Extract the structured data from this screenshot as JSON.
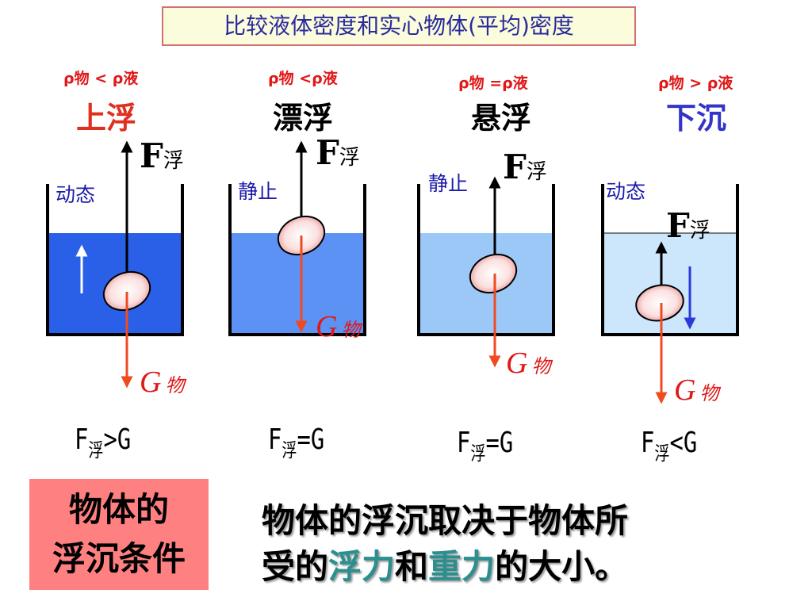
{
  "title": "比较液体密度和实心物体(平均)密度",
  "columns": [
    {
      "condition": "ρ物  < ρ液",
      "state": "上浮",
      "state_color": "#e03020",
      "motion": "动态",
      "f_label": "F",
      "f_sub": "浮",
      "g_label": "G",
      "g_sub": "物",
      "eq_lhs": "F",
      "eq_sub": "浮",
      "eq_rhs": ">G",
      "water_color": "#2a5fe8"
    },
    {
      "condition": "ρ物  <ρ液",
      "state": "漂浮",
      "state_color": "#000000",
      "motion": "静止",
      "f_label": "F",
      "f_sub": "浮",
      "g_label": "G",
      "g_sub": "物",
      "eq_lhs": "F",
      "eq_sub": "浮",
      "eq_rhs": "=G",
      "water_color": "#5c92f4"
    },
    {
      "condition": "ρ物  =ρ液",
      "state": "悬浮",
      "state_color": "#000000",
      "motion": "静止",
      "f_label": "F",
      "f_sub": "浮",
      "g_label": "G",
      "g_sub": "物",
      "eq_lhs": "F",
      "eq_sub": "浮",
      "eq_rhs": "=G",
      "water_color": "#9cc8f8"
    },
    {
      "condition": "ρ物  > ρ液",
      "state": "下沉",
      "state_color": "#3434c8",
      "motion": "动态",
      "f_label": "F",
      "f_sub": "浮",
      "g_label": "G",
      "g_sub": "物",
      "eq_lhs": "F",
      "eq_sub": "浮",
      "eq_rhs": "<G",
      "water_color": "#cce6fc"
    }
  ],
  "summary_box": {
    "line1": "物体的",
    "line2": "浮沉条件"
  },
  "summary": {
    "line1": "物体的浮沉取决于物体所",
    "line2_a": "受的",
    "line2_b": "浮力",
    "line2_c": "和",
    "line2_d": "重力",
    "line2_e": "的大小。"
  }
}
